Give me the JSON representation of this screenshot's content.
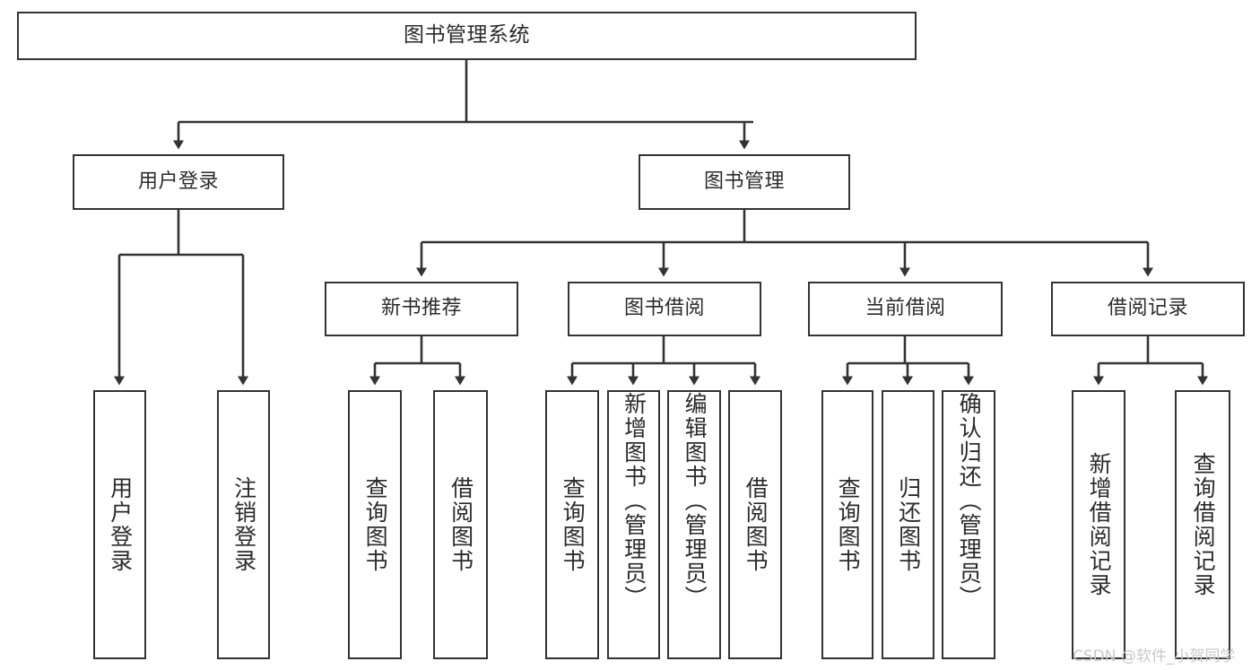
{
  "diagram": {
    "type": "tree-hierarchy",
    "title": "图书管理系统",
    "line_color": "#333333",
    "box_fill": "#ffffff",
    "text_color": "#2b2b2b",
    "nodes": {
      "root": {
        "label": "图书管理系统"
      },
      "level2": [
        {
          "label": "用户登录"
        },
        {
          "label": "图书管理"
        }
      ],
      "level3": [
        {
          "label": "新书推荐"
        },
        {
          "label": "图书借阅"
        },
        {
          "label": "当前借阅"
        },
        {
          "label": "借阅记录"
        }
      ],
      "leaves": {
        "user_login": [
          {
            "label": "用户登录"
          },
          {
            "label": "注销登录"
          }
        ],
        "new_book_recommend": [
          {
            "label": "查询图书"
          },
          {
            "label": "借阅图书"
          }
        ],
        "book_borrow": [
          {
            "label": "查询图书"
          },
          {
            "label": "新增图书（管理员）"
          },
          {
            "label": "编辑图书（管理员）"
          },
          {
            "label": "借阅图书"
          }
        ],
        "current_borrow": [
          {
            "label": "查询图书"
          },
          {
            "label": "归还图书"
          },
          {
            "label": "确认归还（管理员）"
          }
        ],
        "borrow_record": [
          {
            "label": "新增借阅记录"
          },
          {
            "label": "查询借阅记录"
          }
        ]
      }
    }
  },
  "watermark": {
    "text": "CSDN @软件_小贺同学",
    "color": "#c9c9c9"
  }
}
